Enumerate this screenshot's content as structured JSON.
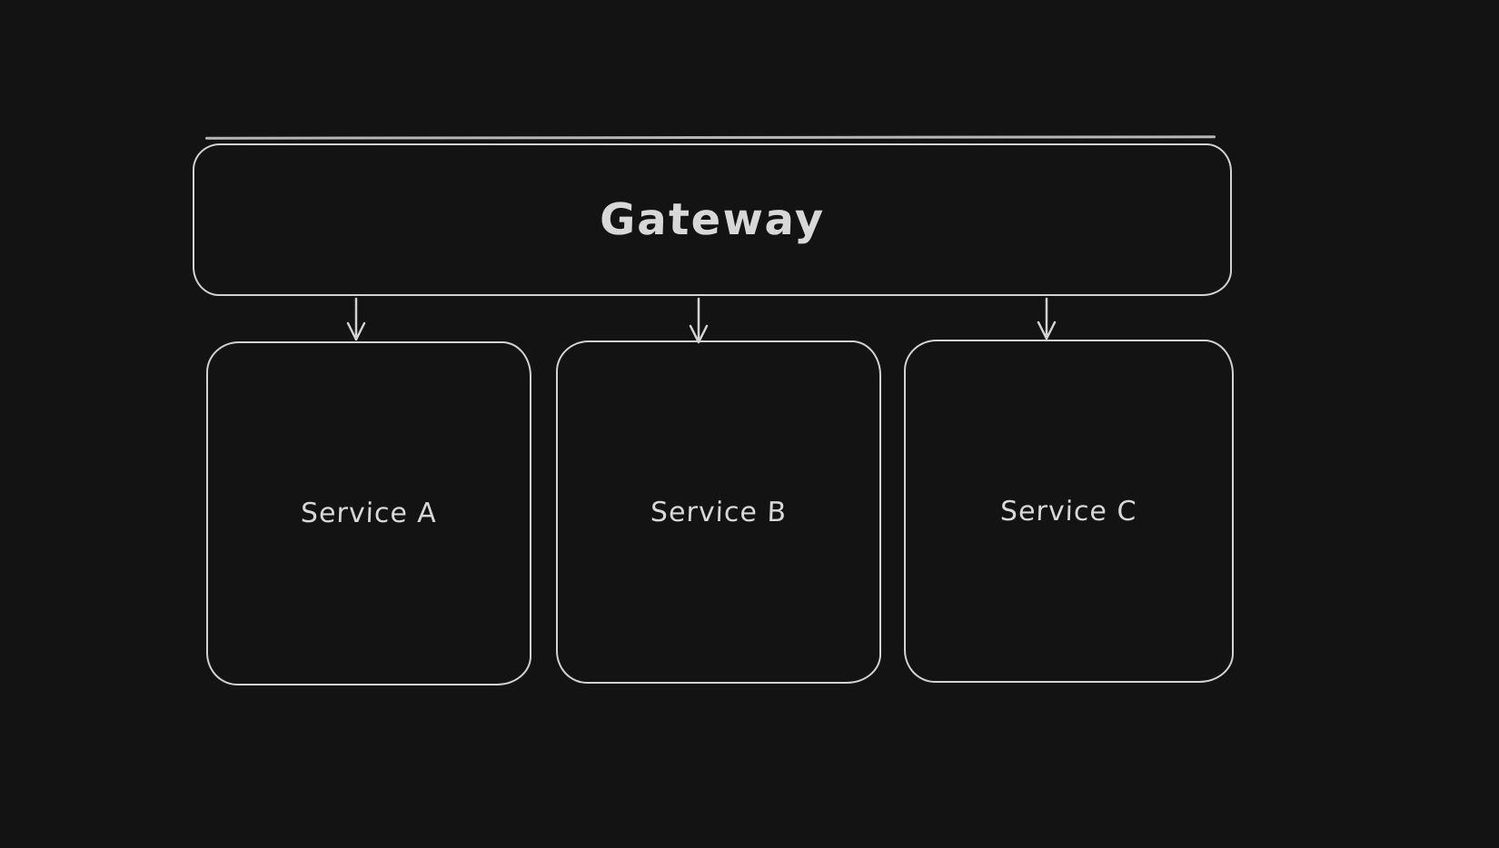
{
  "canvas": {
    "background_color": "#131313",
    "stroke_color": "#d2d2d2",
    "text_color": "#d8d8d8",
    "style": "hand-drawn"
  },
  "diagram": {
    "type": "flowchart",
    "gateway": {
      "label": "Gateway"
    },
    "services": [
      {
        "label": "Service A"
      },
      {
        "label": "Service B"
      },
      {
        "label": "Service C"
      }
    ],
    "connections": [
      {
        "from": "Gateway",
        "to": "Service A"
      },
      {
        "from": "Gateway",
        "to": "Service B"
      },
      {
        "from": "Gateway",
        "to": "Service C"
      }
    ]
  }
}
